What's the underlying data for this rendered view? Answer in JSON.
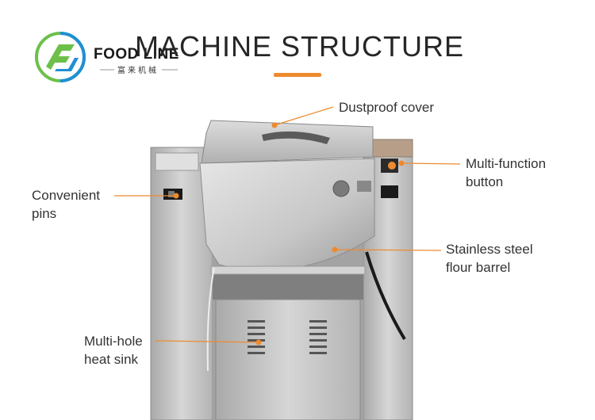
{
  "header": {
    "brand_name": "FOOD LINE",
    "brand_sub": "富来机械",
    "title": "MACHINE STRUCTURE"
  },
  "colors": {
    "accent": "#ee8a2e",
    "logo_green": "#6cc04a",
    "logo_blue": "#1f8fd6",
    "steel": "#c9c9c9"
  },
  "callouts": {
    "dustproof_cover": "Dustproof cover",
    "multi_function_l1": "Multi-function",
    "multi_function_l2": "button",
    "convenient_l1": "Convenient",
    "convenient_l2": "pins",
    "stainless_l1": "Stainless steel",
    "stainless_l2": "flour barrel",
    "heat_sink_l1": "Multi-hole",
    "heat_sink_l2": "heat sink"
  }
}
